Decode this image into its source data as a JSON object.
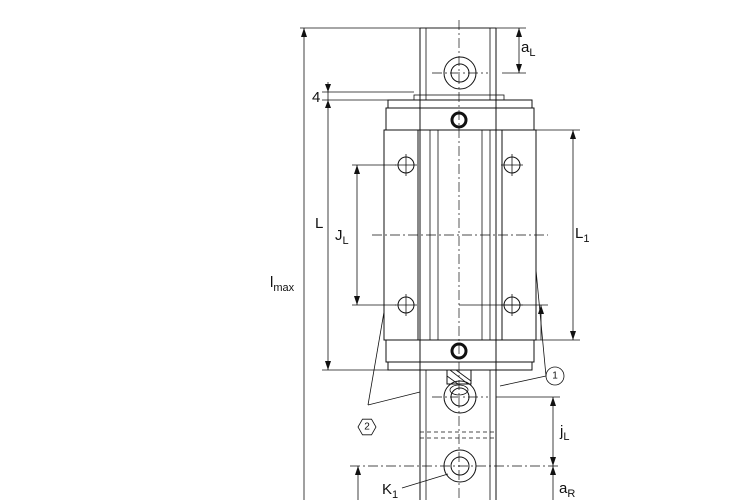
{
  "labels": {
    "a_L": {
      "main": "a",
      "sub": "L"
    },
    "dim_4": "4",
    "L": "L",
    "J_L": {
      "main": "J",
      "sub": "L"
    },
    "L_1": {
      "main": "L",
      "sub": "1"
    },
    "l_max": {
      "main": "l",
      "sub": "max"
    },
    "j_L": {
      "main": "j",
      "sub": "L"
    },
    "K_1": {
      "main": "K",
      "sub": "1"
    },
    "a_R": {
      "main": "a",
      "sub": "R"
    }
  },
  "callouts": {
    "one": "1",
    "two": "2"
  },
  "colors": {
    "line": "#111111",
    "background": "#ffffff"
  }
}
